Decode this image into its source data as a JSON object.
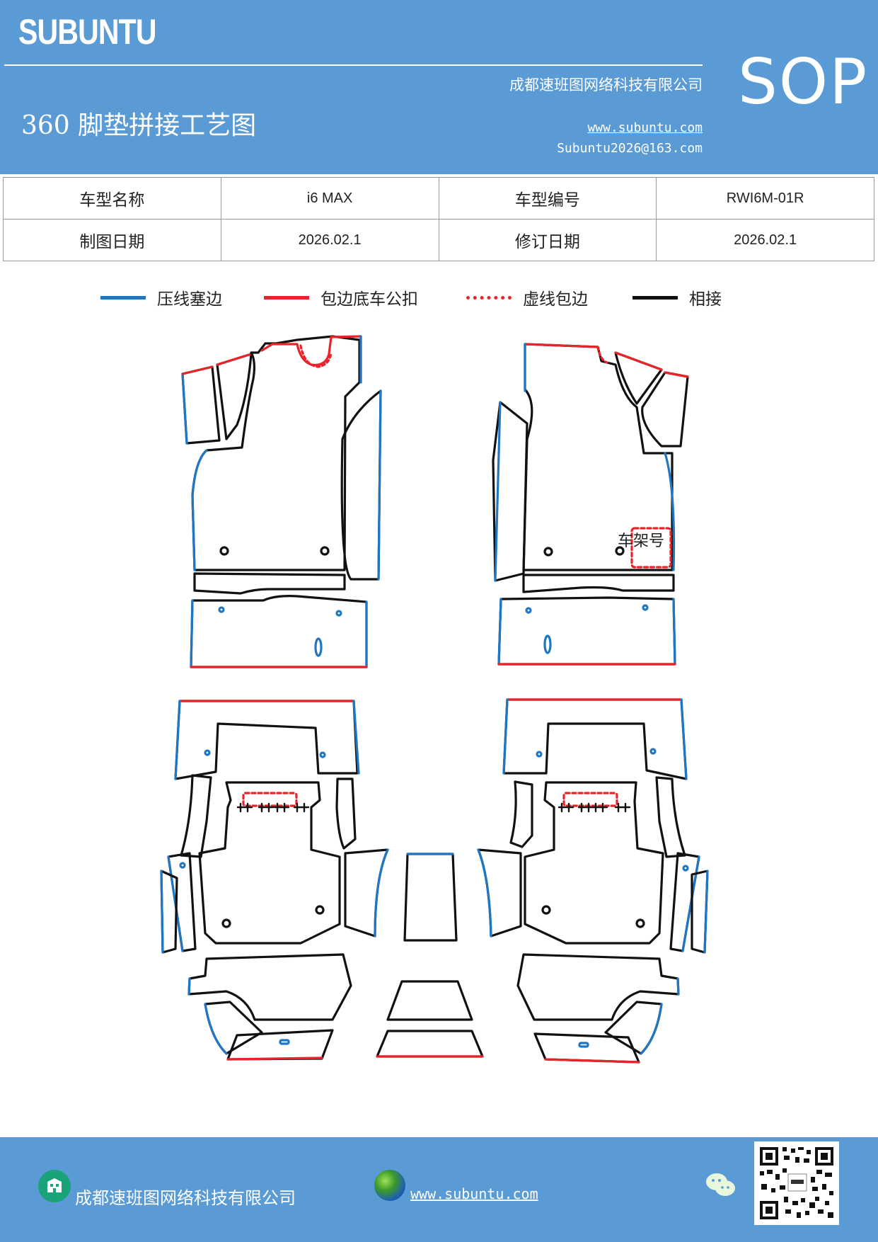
{
  "header": {
    "brand": "SUBUNTU",
    "company": "成都速班图网络科技有限公司",
    "title": "360 脚垫拼接工艺图",
    "website": "www.subuntu.com",
    "email": "Subuntu2026@163.com",
    "sop": "SOP"
  },
  "info_table": {
    "rows": [
      {
        "k1": "车型名称",
        "v1": "i6 MAX",
        "k2": "车型编号",
        "v2": "RWI6M-01R"
      },
      {
        "k1": "制图日期",
        "v1": "2026.02.1",
        "k2": "修订日期",
        "v2": "2026.02.1"
      }
    ]
  },
  "legend": [
    {
      "label": "压线塞边",
      "color": "#1f77c4",
      "style": "solid"
    },
    {
      "label": "包边底车公扣",
      "color": "#e8242b",
      "style": "solid"
    },
    {
      "label": "虚线包边",
      "color": "#e8242b",
      "style": "dotted"
    },
    {
      "label": "相接",
      "color": "#111111",
      "style": "solid"
    }
  ],
  "diagram": {
    "vin_label": "车架号"
  },
  "footer": {
    "company": "成都速班图网络科技有限公司",
    "website": "www.subuntu.com",
    "icons": [
      "building-icon",
      "globe-icon",
      "wechat-icon",
      "qr-code"
    ]
  },
  "colors": {
    "header_blue": "#5b9bd5",
    "press_blue": "#1f77c4",
    "edge_red": "#e8242b",
    "join_black": "#111111"
  }
}
